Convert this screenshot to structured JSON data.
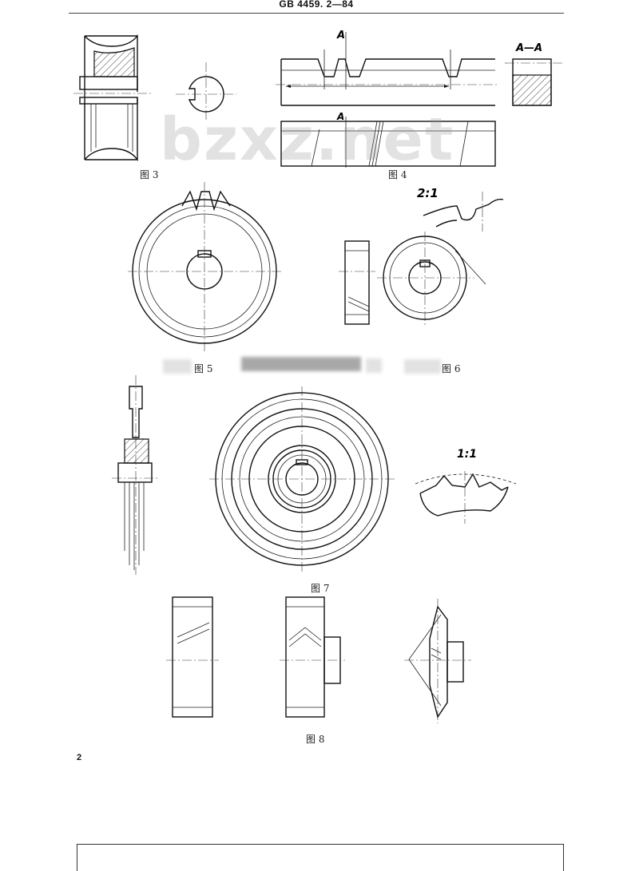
{
  "header": {
    "standard_code": "GB 4459. 2—84"
  },
  "watermark": "bzxz.net",
  "figures": {
    "fig3": "图 3",
    "fig4": "图 4",
    "fig5": "图 5",
    "fig6": "图 6",
    "fig7": "图 7",
    "fig8": "图 8"
  },
  "annotations": {
    "section_mark": "A",
    "section_mark_lower": "A",
    "section_title": "A—A",
    "scale_fig6": "2:1",
    "scale_fig7": "1:1"
  },
  "page_number": "2"
}
